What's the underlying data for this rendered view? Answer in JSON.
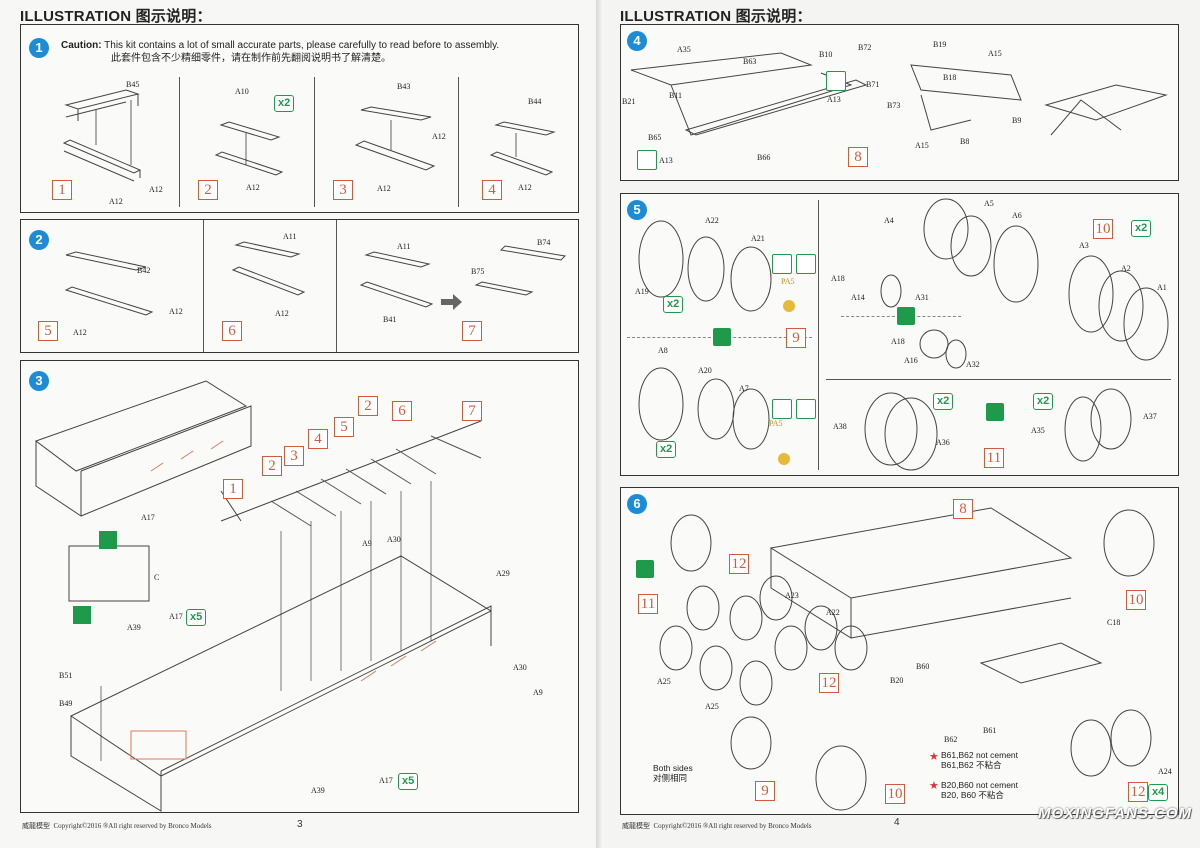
{
  "header": "ILLUSTRATION 图示说明：",
  "caution": {
    "label": "Caution:",
    "en": "This kit contains a lot of small accurate parts, please carefully to read before to assembly.",
    "zh": "此套件包含不少精细零件，请在制作前先翻阅说明书了解清楚。"
  },
  "steps": [
    "1",
    "2",
    "3",
    "4",
    "5",
    "6"
  ],
  "step1": {
    "subs": [
      "1",
      "2",
      "3",
      "4"
    ],
    "labels": [
      "B45",
      "A12",
      "A12",
      "A10",
      "A12",
      "B43",
      "A12",
      "A12",
      "B44",
      "A12"
    ],
    "mult": "x2"
  },
  "step2": {
    "subs": [
      "5",
      "6",
      "7"
    ],
    "labels": [
      "B42",
      "A12",
      "A12",
      "A11",
      "A12",
      "A11",
      "B41",
      "B74",
      "B75"
    ]
  },
  "step3": {
    "subs": [
      "1",
      "2",
      "3",
      "4",
      "5",
      "2",
      "6",
      "7"
    ],
    "labels": [
      "A17",
      "C",
      "A17",
      "A39",
      "B51",
      "B49",
      "A39",
      "A9",
      "A30",
      "A29",
      "A30",
      "A9",
      "A17"
    ],
    "mult1": "x5",
    "mult2": "x5"
  },
  "step4": {
    "sub": "8",
    "labels": [
      "A35",
      "B63",
      "B10",
      "B21",
      "B11",
      "A13",
      "B65",
      "A13",
      "B66",
      "B72",
      "B19",
      "A15",
      "B71",
      "B18",
      "B73",
      "B9",
      "A15",
      "B8"
    ]
  },
  "step5": {
    "subs": [
      "9",
      "10",
      "11"
    ],
    "labels": [
      "A22",
      "A21",
      "A19",
      "PA5",
      "A8",
      "A20",
      "A7",
      "PA5",
      "A4",
      "A5",
      "A6",
      "A3",
      "A2",
      "A1",
      "A18",
      "A14",
      "A31",
      "A18",
      "A16",
      "A32",
      "A38",
      "A36",
      "A35",
      "A37"
    ],
    "mult": [
      "x2",
      "x2",
      "x2",
      "x2",
      "x2"
    ]
  },
  "step6": {
    "subs": [
      "8",
      "11",
      "12",
      "12",
      "9",
      "10",
      "10",
      "12"
    ],
    "labels": [
      "A23",
      "A22",
      "A25",
      "A25",
      "C18",
      "B60",
      "B20",
      "B62",
      "B61",
      "A24"
    ],
    "both_sides": "Both sides",
    "both_sides_zh": "对侧相同",
    "note1_en": "B61,B62 not cement",
    "note1_zh": "B61,B62 不粘合",
    "note2_en": "B20,B60  not cement",
    "note2_zh": "B20, B60 不粘合",
    "mult": "x4"
  },
  "footer": {
    "left_brand": "威龍模型",
    "left_copy": "Copyright©2016  ®All right reserved by Bronco Models",
    "left_page": "3",
    "right_brand": "威龍模型",
    "right_copy": "Copyright©2016  ®All right reserved by Bronco Models",
    "right_page": "4"
  },
  "watermark": "MOXINGFANS.COM",
  "colors": {
    "step_circle": "#1c8cd6",
    "sub_box": "#d55a3a",
    "accent_green": "#1f9a4a"
  }
}
